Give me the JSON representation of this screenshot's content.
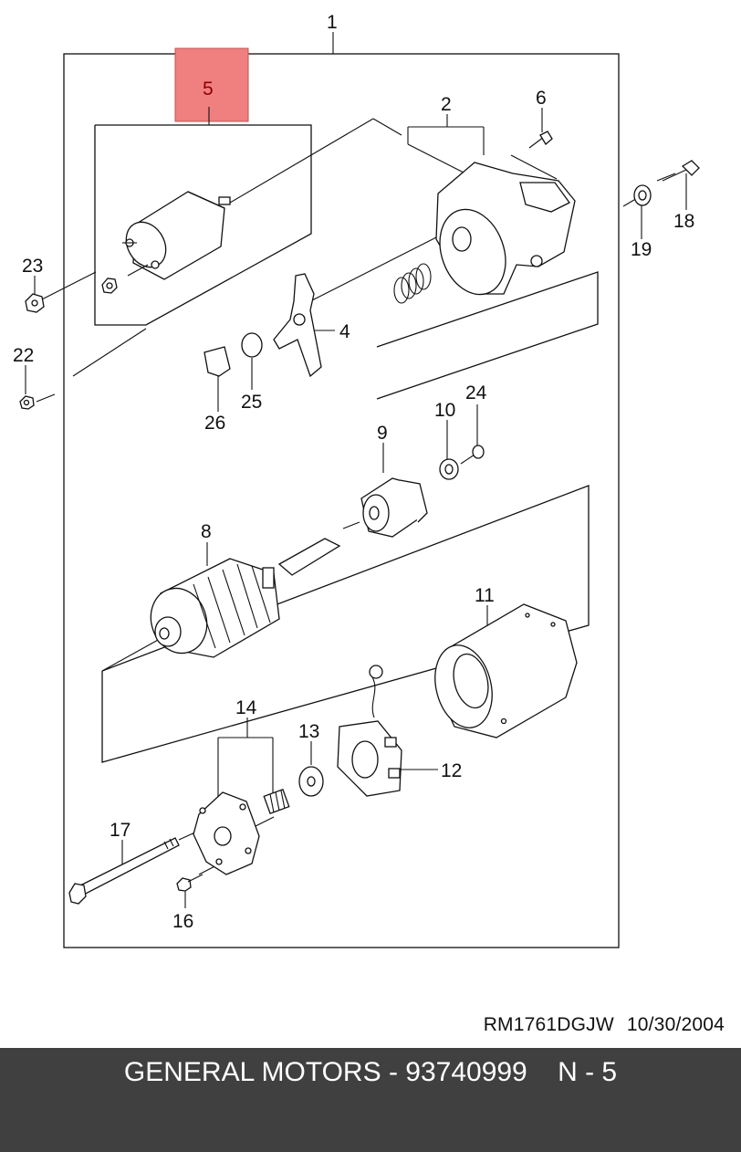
{
  "diagram": {
    "callouts": {
      "c1": "1",
      "c2": "2",
      "c4": "4",
      "c5": "5",
      "c6": "6",
      "c8": "8",
      "c9": "9",
      "c10": "10",
      "c11": "11",
      "c12": "12",
      "c13": "13",
      "c14": "14",
      "c16": "16",
      "c17": "17",
      "c18": "18",
      "c19": "19",
      "c22": "22",
      "c23": "23",
      "c24": "24",
      "c25": "25",
      "c26": "26"
    },
    "highlighted_callout": "5",
    "highlight_color": "#f08080"
  },
  "footer": {
    "drawing_code": "RM1761DGJW",
    "date": "10/30/2004"
  },
  "banner": {
    "text": "GENERAL MOTORS - 93740999    N - 5",
    "background": "#404040",
    "color": "#ffffff"
  }
}
